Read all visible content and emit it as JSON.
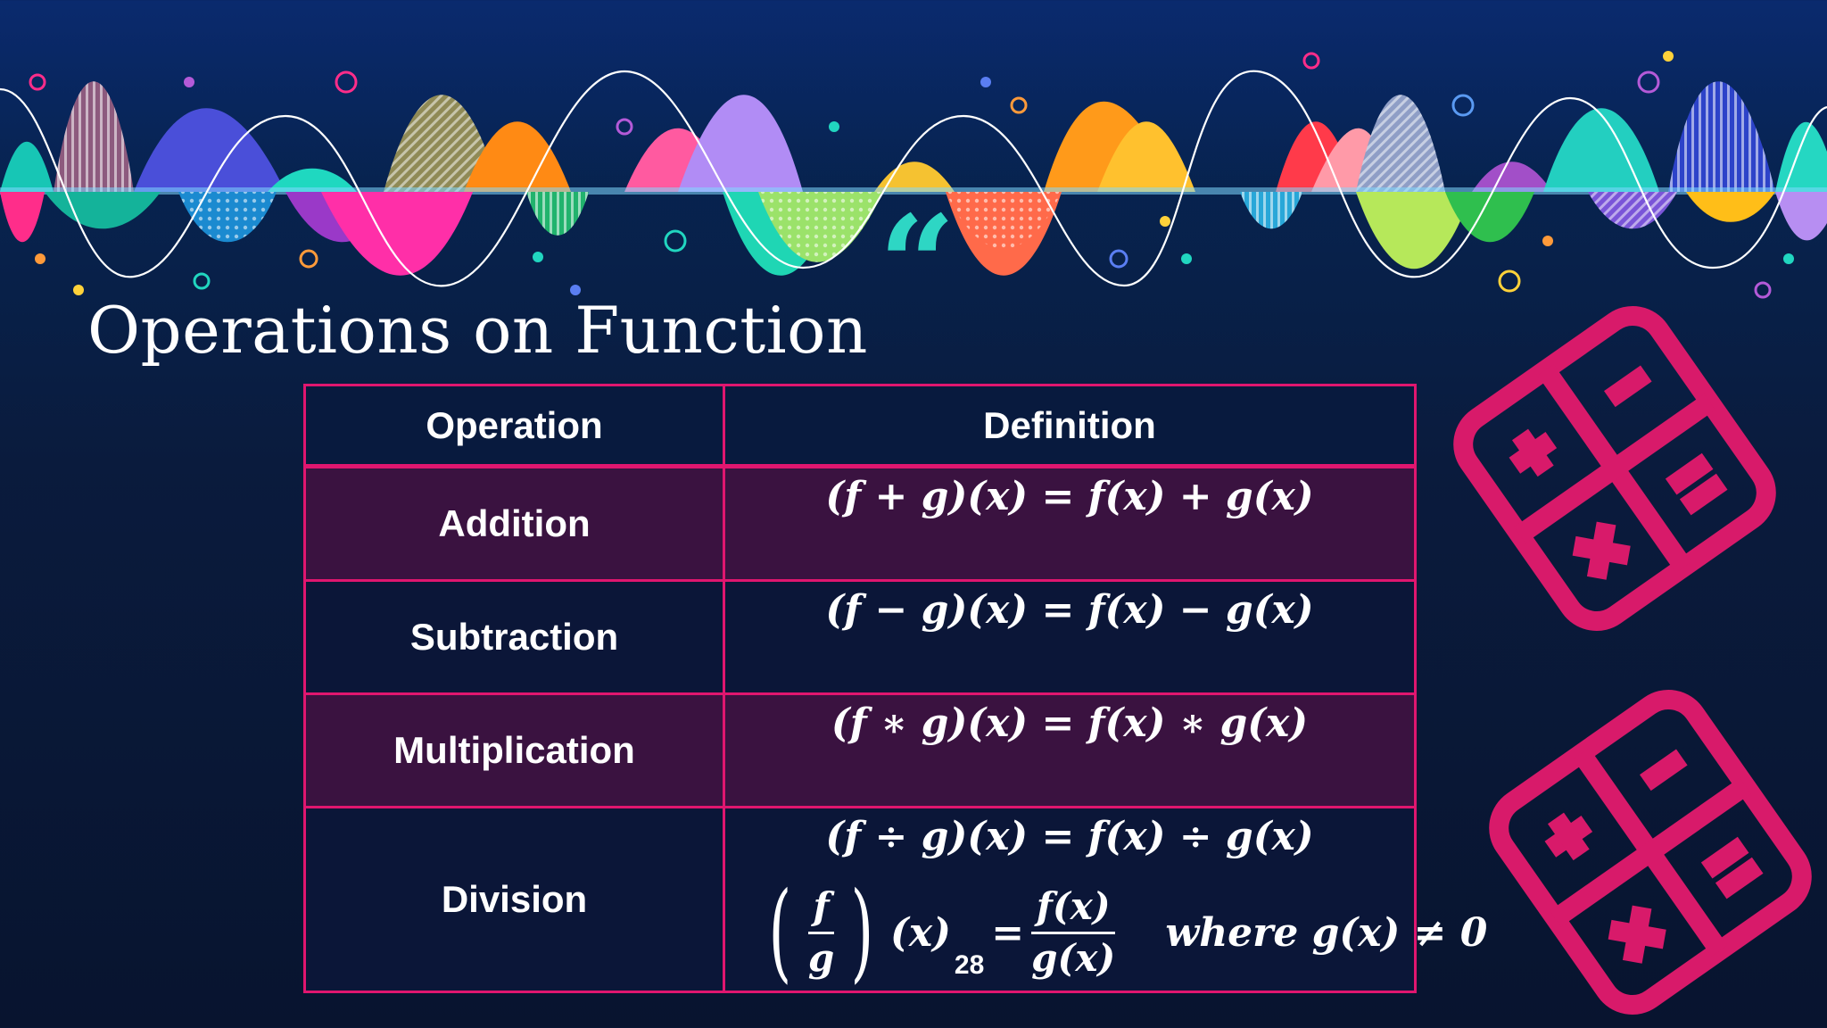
{
  "slide": {
    "title": "Operations on Function",
    "quote_glyph": "“"
  },
  "table": {
    "headers": [
      "Operation",
      "Definition"
    ],
    "rows": [
      {
        "operation": "Addition",
        "definition": "(f + g)(x) = f(x) + g(x)"
      },
      {
        "operation": "Subtraction",
        "definition": "(f − g)(x) = f(x) − g(x)"
      },
      {
        "operation": "Multiplication",
        "definition": "(f ∗ g)(x) = f(x) ∗ g(x)"
      },
      {
        "operation": "Division",
        "definition": "(f ÷ g)(x) = f(x) ÷ g(x)"
      }
    ],
    "division_formula": {
      "frac_num": "f",
      "frac_den": "g",
      "arg": "(x)",
      "index": "28",
      "equals": "=",
      "rhs_num": "f(x)",
      "rhs_den": "g(x)",
      "condition": "where g(x) ≠ 0"
    }
  },
  "icons": [
    "calculator-icon",
    "calculator-icon"
  ],
  "colors": {
    "accent_pink": "#e0166f",
    "quote_teal": "#2ed6c4",
    "row_shade": "#3a1240",
    "background": "#08142f"
  }
}
